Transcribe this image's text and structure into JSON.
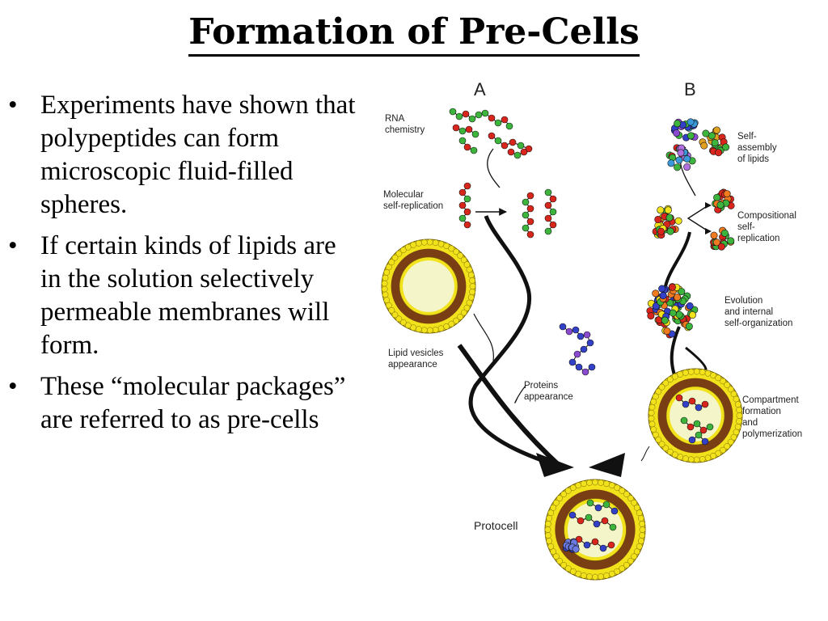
{
  "slide": {
    "title": "Formation of Pre-Cells",
    "bullets": [
      "Experiments have shown that polypeptides can form microscopic fluid-filled spheres.",
      "If certain kinds of lipids are in the solution selectively permeable membranes will form.",
      "These “molecular packages” are referred to as pre-cells"
    ]
  },
  "figure": {
    "columns": {
      "a": "A",
      "b": "B"
    },
    "labels": {
      "rna": [
        "RNA",
        "chemistry"
      ],
      "molecular": [
        "Molecular",
        "self-replication"
      ],
      "lipid_vesicles": [
        "Lipid vesicles",
        "appearance"
      ],
      "proteins": [
        "Proteins",
        "appearance"
      ],
      "self_assembly": [
        "Self-",
        "assembly",
        "of lipids"
      ],
      "compositional": [
        "Compositional",
        "self-",
        "replication"
      ],
      "evolution": [
        "Evolution",
        "and internal",
        "self-organization"
      ],
      "compartment": [
        "Compartment",
        "formation",
        "and",
        "polymerization"
      ],
      "protocell": "Protocell"
    },
    "colors": {
      "membrane_yellow": "#f2e21c",
      "membrane_brown": "#7a3e14",
      "interior": "#f4f5c8",
      "green": "#3db53d",
      "red": "#d8261d",
      "blue": "#3340c8",
      "purple": "#8a4ad0"
    }
  }
}
